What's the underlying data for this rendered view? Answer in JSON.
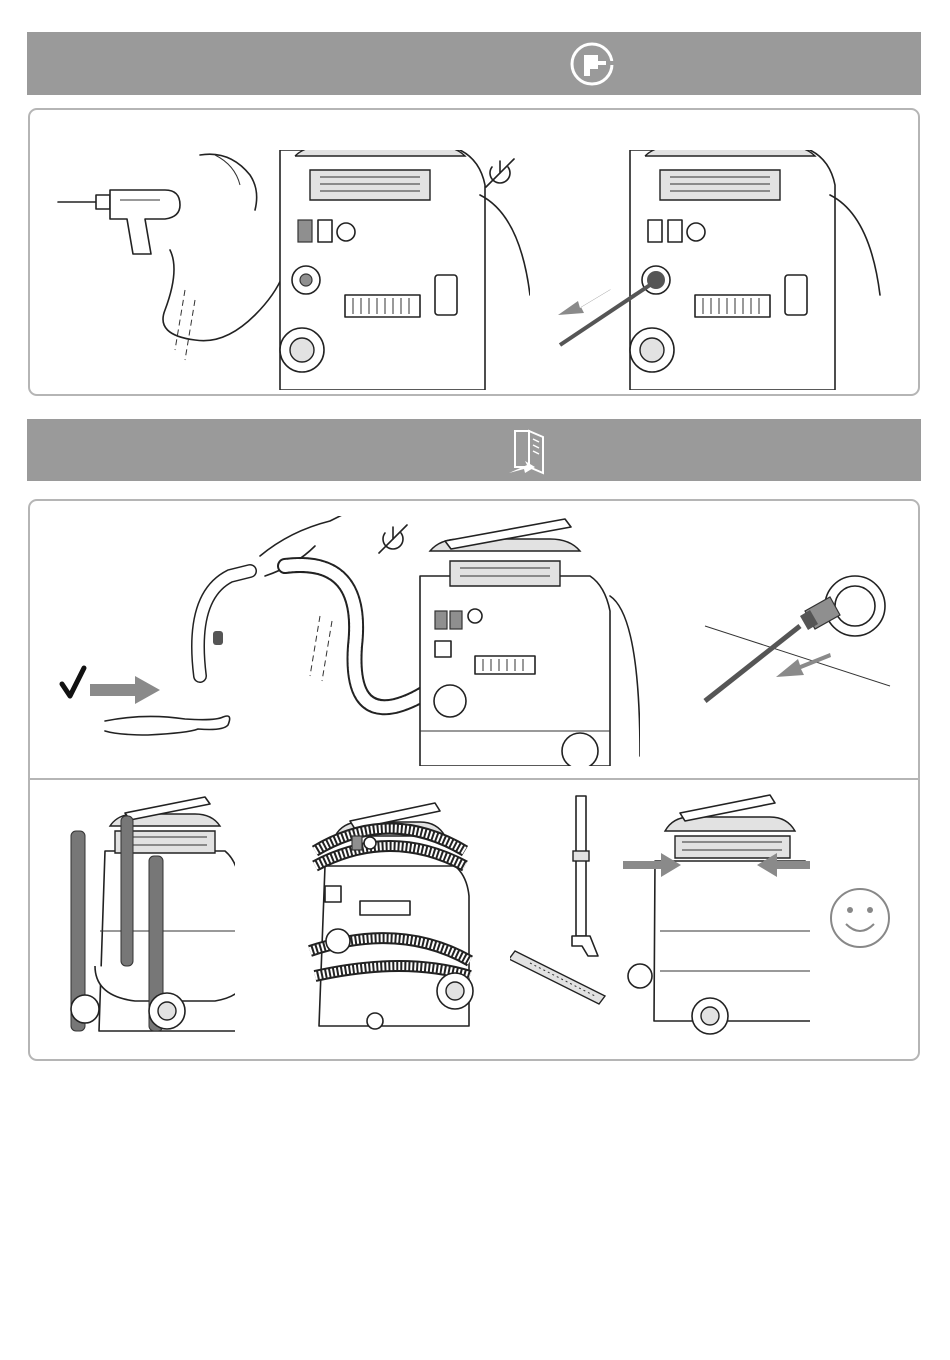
{
  "sections": [
    {
      "icon": "power-tool-socket-icon"
    },
    {
      "icon": "open-manual-icon"
    }
  ],
  "steps": {
    "panel1": [
      "drill-plugged-into-vacuum-socket",
      "unplug-drill-from-socket"
    ],
    "panel2": [
      "hose-check-suction-off",
      "unplug-mains-plug"
    ],
    "panel3": [
      "store-extension-tubes",
      "wrap-hose-around-body",
      "park-floor-nozzle",
      "done-smiley-icon"
    ]
  },
  "colors": {
    "header_bar": "#9a9a9a",
    "panel_border": "#b5b5b5",
    "arrow": "#8a8a8a",
    "hose_dark": "#7a7a7a"
  }
}
